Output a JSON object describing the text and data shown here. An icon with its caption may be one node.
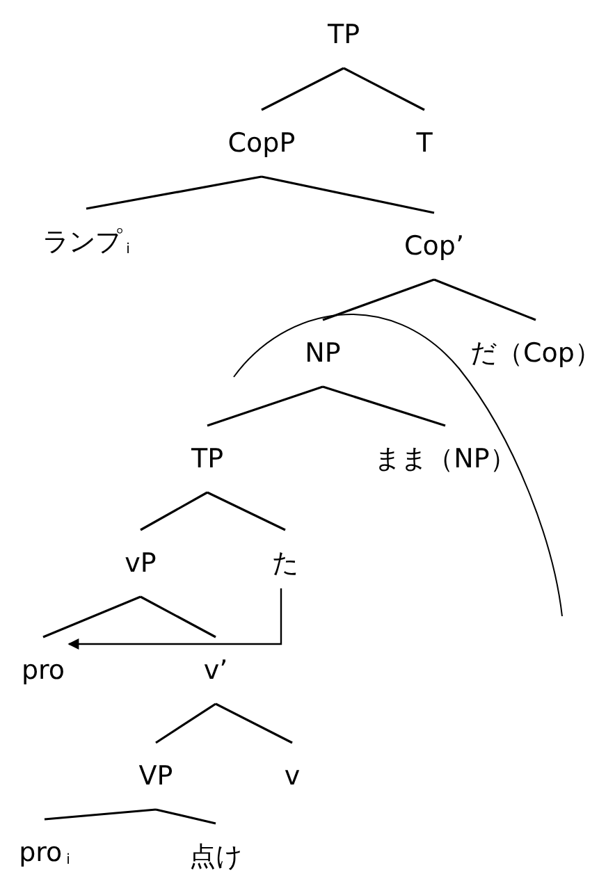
{
  "diagram": {
    "nodes": [
      {
        "text": [
          "TP"
        ]
      },
      {
        "text": [
          "CopP"
        ]
      },
      {
        "text": [
          "T"
        ]
      },
      {
        "text": [
          "ランプ$_{i}$"
        ]
      },
      {
        "text": [
          "Cop’"
        ]
      },
      {
        "text": [
          "NP"
        ]
      },
      {
        "text": [
          "だ（Cop）"
        ]
      },
      {
        "text": [
          "TP"
        ]
      },
      {
        "text": [
          "まま（NP）"
        ]
      },
      {
        "text": [
          "vP"
        ]
      },
      {
        "text": [
          "た"
        ]
      },
      {
        "text": [
          "pro"
        ]
      },
      {
        "text": [
          "v’"
        ]
      },
      {
        "text": [
          "VP"
        ]
      },
      {
        "text": [
          "v"
        ]
      },
      {
        "text": [
          "pro$_{i}$"
        ]
      },
      {
        "text": [
          "点け"
        ]
      }
    ],
    "edges": [
      {
        "from": 0,
        "to": 1,
        "arrow": "none"
      },
      {
        "from": 0,
        "to": 2,
        "arrow": "none"
      },
      {
        "from": 1,
        "to": 3,
        "arrow": "none"
      },
      {
        "from": 1,
        "to": 4,
        "arrow": "none"
      },
      {
        "from": 4,
        "to": 5,
        "arrow": "none"
      },
      {
        "from": 4,
        "to": 6,
        "arrow": "none"
      },
      {
        "from": 5,
        "to": 7,
        "arrow": "none"
      },
      {
        "from": 5,
        "to": 8,
        "arrow": "none"
      },
      {
        "from": 7,
        "to": 9,
        "arrow": "none"
      },
      {
        "from": 7,
        "to": 10,
        "arrow": "none"
      },
      {
        "from": 9,
        "to": 11,
        "arrow": "none"
      },
      {
        "from": 9,
        "to": 12,
        "arrow": "none"
      },
      {
        "from": 12,
        "to": 13,
        "arrow": "none"
      },
      {
        "from": 12,
        "to": 14,
        "arrow": "none"
      },
      {
        "from": 13,
        "to": 15,
        "arrow": "none"
      },
      {
        "from": 13,
        "to": 16,
        "arrow": "none"
      },
      {
        "from": 10,
        "to": 11,
        "arrow": "to"
      }
    ]
  }
}
